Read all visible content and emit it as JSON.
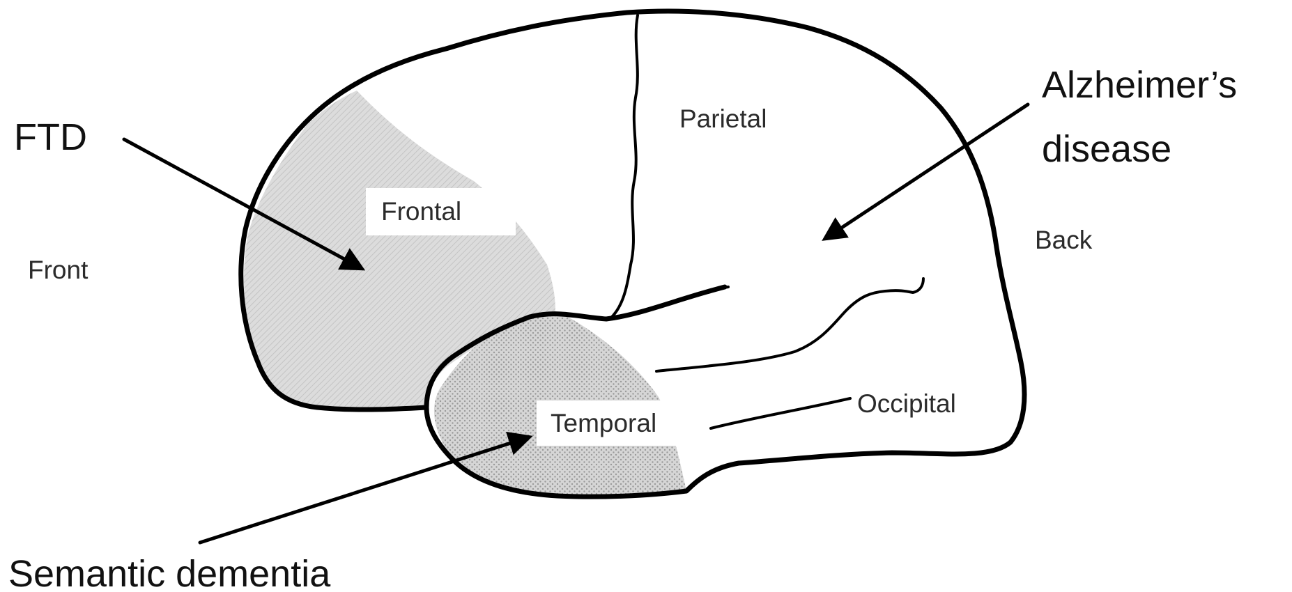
{
  "regions": {
    "frontal": "Frontal",
    "parietal": "Parietal",
    "temporal": "Temporal",
    "occipital": "Occipital"
  },
  "orientation": {
    "front": "Front",
    "back": "Back"
  },
  "conditions": {
    "ftd": "FTD",
    "alzheimers_line1": "Alzheimer’s",
    "alzheimers_line2": "disease",
    "semantic_dementia": "Semantic dementia"
  },
  "colors": {
    "outline": "#000000",
    "frontal_shading": "#d9d9d9",
    "temporal_shading": "#d0d0d0",
    "background": "#ffffff"
  }
}
